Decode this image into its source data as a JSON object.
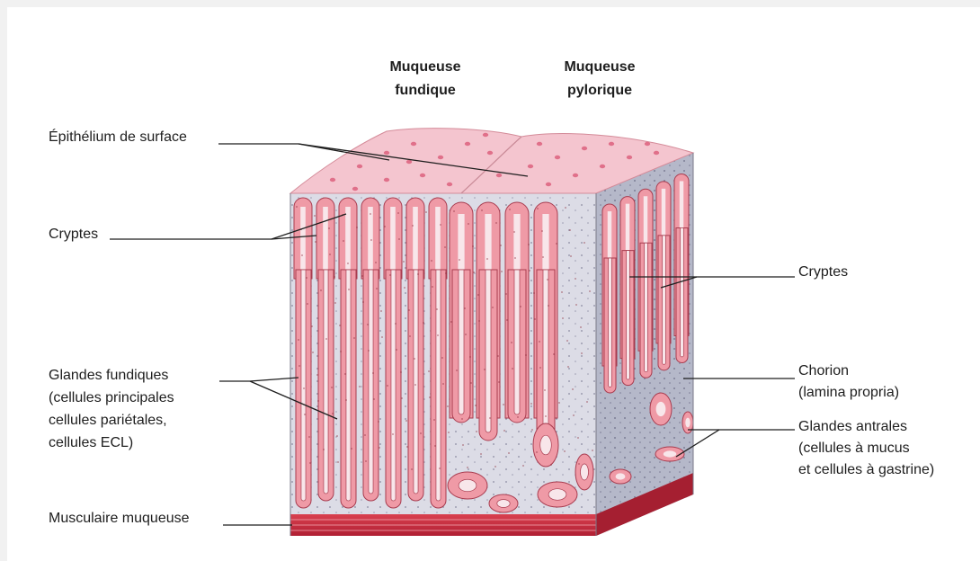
{
  "headers": {
    "fundic": [
      "Muqueuse",
      "fundique"
    ],
    "pyloric": [
      "Muqueuse",
      "pylorique"
    ]
  },
  "labels_left": {
    "surface_epithelium": "Épithélium de surface",
    "crypts": "Cryptes",
    "fundic_glands": [
      "Glandes fundiques",
      "(cellules principales",
      "cellules pariétales,",
      "cellules ECL)"
    ],
    "muscularis_mucosae": "Musculaire muqueuse"
  },
  "labels_right": {
    "crypts": "Cryptes",
    "chorion": [
      "Chorion",
      "(lamina propria)"
    ],
    "antral_glands": [
      "Glandes antrales",
      "(cellules à mucus",
      "et cellules à gastrine)"
    ]
  },
  "colors": {
    "background": "#f1f1f1",
    "page": "#ffffff",
    "gland": "#ef9aa6",
    "gland_outline": "#a83c4f",
    "lumen": "#f8e6ea",
    "chorion_front": "#dcdce6",
    "chorion_side": "#b5b8c9",
    "top_surface": "#f4c5cf",
    "muscle": "#c4283c"
  }
}
